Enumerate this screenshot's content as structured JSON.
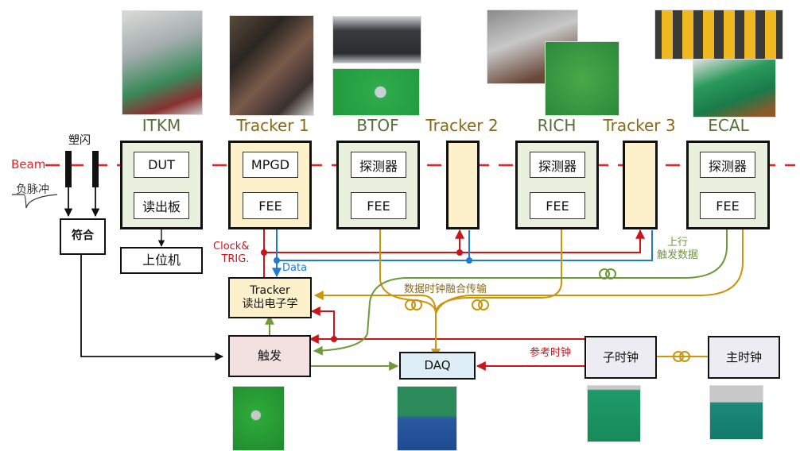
{
  "colors": {
    "beam": "#e8232b",
    "clock": "#c8161d",
    "data": "#1f7bd0",
    "fusion": "#c9960c",
    "trigger": "#6e9a3a",
    "title_green": "#55703a",
    "title_gold": "#8a6a1a",
    "detector_fill": "#e9f0de",
    "tracker_fill": "#fdf1cc",
    "trigger_fill": "#f3e0e0",
    "daq_fill": "#ddeef6",
    "clock_fill": "#ececf2"
  },
  "beam": {
    "label": "Beam"
  },
  "scintillator": {
    "label": "塑闪",
    "pulse_label": "负脉冲",
    "coincidence": "符合"
  },
  "detectors": [
    {
      "name": "ITKM",
      "title_color": "green",
      "top": "DUT",
      "bottom": "读出板",
      "photo": "ITKM detector cube with cables"
    },
    {
      "name": "Tracker 1",
      "title_color": "gold",
      "top": "MPGD",
      "bottom": "FEE",
      "photo": "Tracker rack with electronics"
    },
    {
      "name": "BTOF",
      "title_color": "green",
      "top": "探测器",
      "bottom": "FEE",
      "photo": "BTOF detector and FEE board"
    },
    {
      "name": "Tracker 2",
      "title_color": "gold"
    },
    {
      "name": "RICH",
      "title_color": "green",
      "top": "探测器",
      "bottom": "FEE",
      "photo": "RICH detector and readout board"
    },
    {
      "name": "Tracker 3",
      "title_color": "gold"
    },
    {
      "name": "ECAL",
      "title_color": "green",
      "top": "探测器",
      "bottom": "FEE",
      "photo": "ECAL crystals and FEE board"
    }
  ],
  "host": {
    "label": "上位机"
  },
  "labels": {
    "clock_trig": [
      "Clock&",
      "TRIG."
    ],
    "data": "Data",
    "fusion": "数据时钟融合传输",
    "uplink": [
      "上行",
      "触发数据"
    ],
    "ref_clock": "参考时钟"
  },
  "backend": {
    "tracker_readout": [
      "Tracker",
      "读出电子学"
    ],
    "trigger": "触发",
    "daq": "DAQ",
    "sub_clock": "子时钟",
    "master_clock": "主时钟"
  }
}
